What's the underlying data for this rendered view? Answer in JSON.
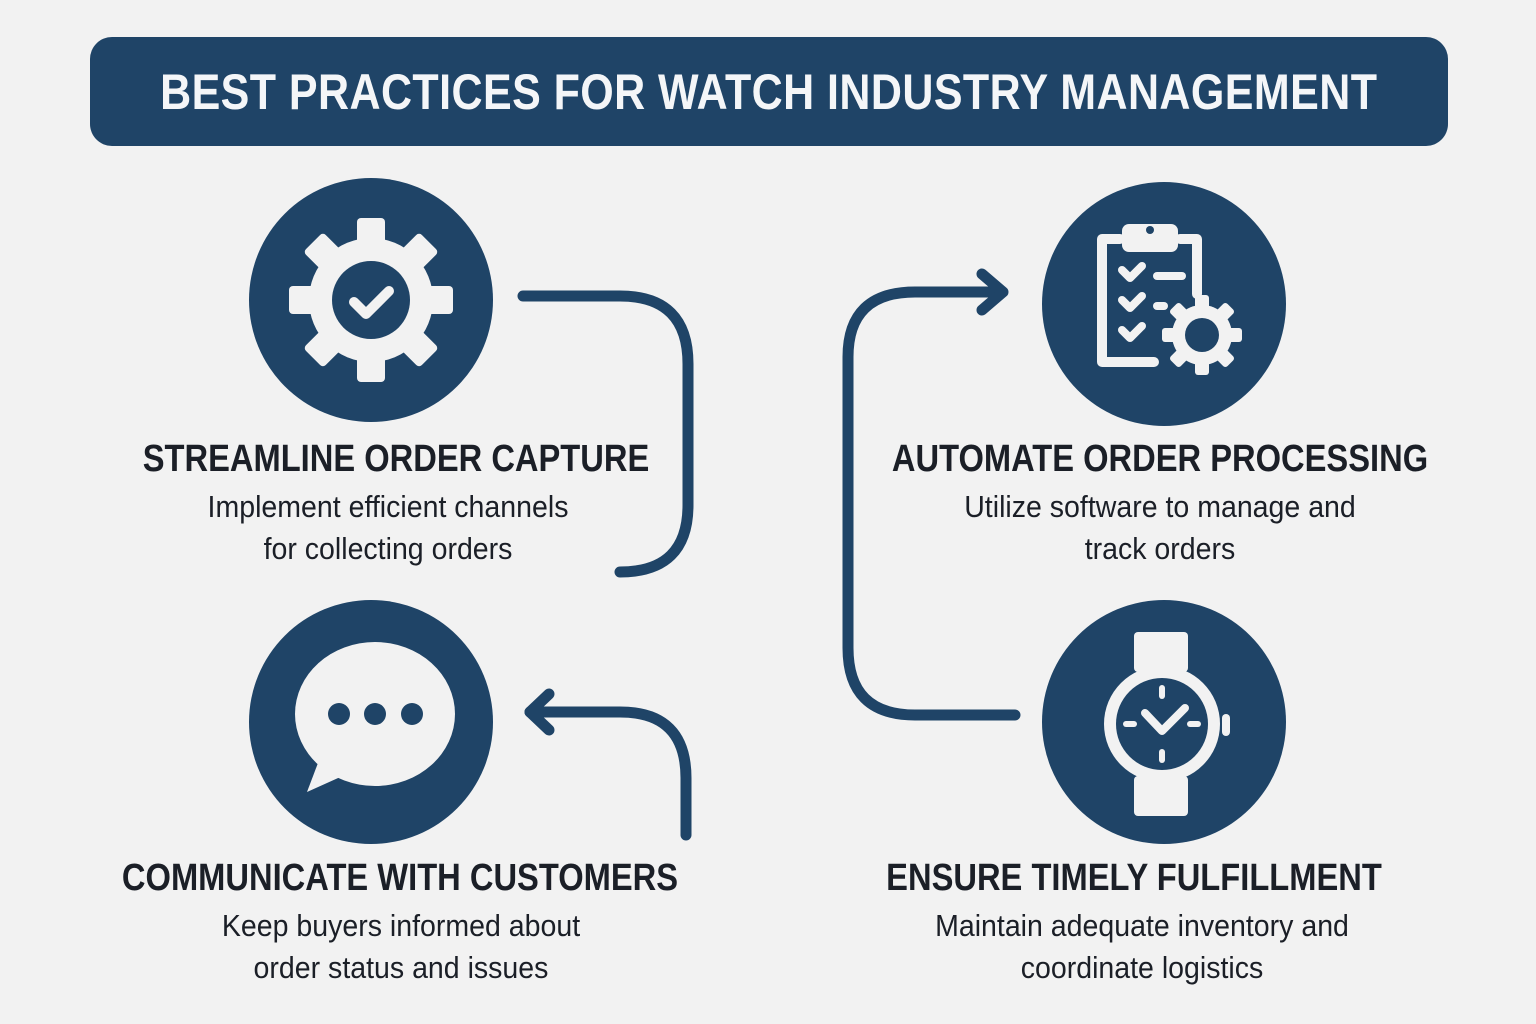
{
  "header": {
    "title": "BEST PRACTICES FOR WATCH INDUSTRY MANAGEMENT"
  },
  "colors": {
    "primary": "#1f4467",
    "background": "#f2f2f2",
    "icon_fg": "#f2f2f2",
    "text": "#1b1f27"
  },
  "steps": [
    {
      "icon": "gear-check-icon",
      "title": "STREAMLINE ORDER CAPTURE",
      "desc_line1": "Implement efficient channels",
      "desc_line2": "for collecting orders"
    },
    {
      "icon": "clipboard-gear-icon",
      "title": "AUTOMATE ORDER PROCESSING",
      "desc_line1": "Utilize software to manage and",
      "desc_line2": "track orders"
    },
    {
      "icon": "chat-bubble-icon",
      "title": "COMMUNICATE WITH CUSTOMERS",
      "desc_line1": "Keep buyers informed about",
      "desc_line2": "order status and issues"
    },
    {
      "icon": "wristwatch-icon",
      "title": "ENSURE TIMELY FULFILLMENT",
      "desc_line1": "Maintain adequate inventory and",
      "desc_line2": "coordinate logistics"
    }
  ]
}
